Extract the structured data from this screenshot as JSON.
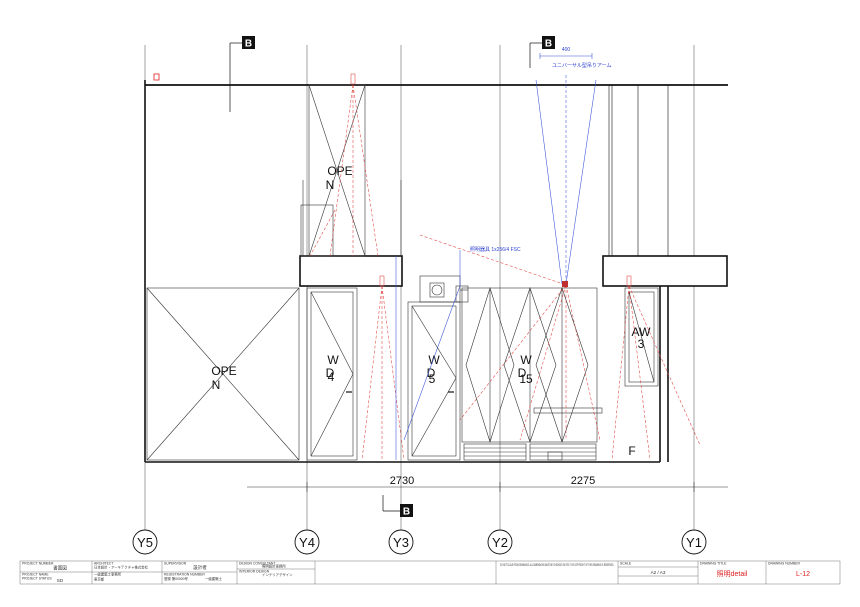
{
  "axes": [
    "Y5",
    "Y4",
    "Y3",
    "Y2",
    "Y1"
  ],
  "section_marker": "B",
  "dimensions": [
    "2730",
    "2275",
    "400"
  ],
  "openings": [
    {
      "line1": "OPE",
      "line2": "N"
    },
    {
      "line1": "OPE",
      "line2": "N"
    }
  ],
  "doors": [
    {
      "top": "W",
      "mid": "D",
      "num": "4"
    },
    {
      "top": "W",
      "mid": "D",
      "num": "5"
    },
    {
      "top": "W",
      "mid": "D",
      "num": "15"
    }
  ],
  "window": {
    "line1": "AW",
    "line2": "3"
  },
  "floor_mark": "F",
  "annotations": {
    "light_note": "ユニバーサル型吊りアーム",
    "beam_note": "照明器具 1x256/4 FSC"
  },
  "title_block": {
    "project_number_label": "PROJECT NUMBER",
    "project_number": "書面図",
    "project_name_label": "PROJECT NAME",
    "project_status_label": "PROJECT STATUS",
    "project_status": "SD",
    "architect_label": "ARCHITECT",
    "architect_line1": "日本設計・アーキテクチャ株式会社",
    "architect_line2": "一級建築士事務所",
    "architect_line3": "東京都",
    "registration_label": "REGISTRATION NUMBER",
    "registration_line1": "登録 第00000号",
    "registration_line2": "一級建築士",
    "supervisor_label": "SUPERVISOR",
    "supervisor_name": "設計者",
    "consultant_label": "DESIGN CONSULTANT",
    "consultant_line": "照明設計事務所",
    "interior_label": "INTERIOR DESIGN",
    "interior_line": "インテリアデザイン",
    "scale_label": "SCALE",
    "scale_value": "A2 / A3",
    "drawing_label": "DRAWING TITLE",
    "drawing_title": "照明detail",
    "number_label": "DRAWING NUMBER",
    "drawing_number": "L-12",
    "note_text": "DO NOT SCALE FROM DRAWINGS. ALL DIMENSIONS MUST BE CHECKED ON SITE. THE COPYRIGHT OF THIS DRAWING IS RESERVED."
  }
}
